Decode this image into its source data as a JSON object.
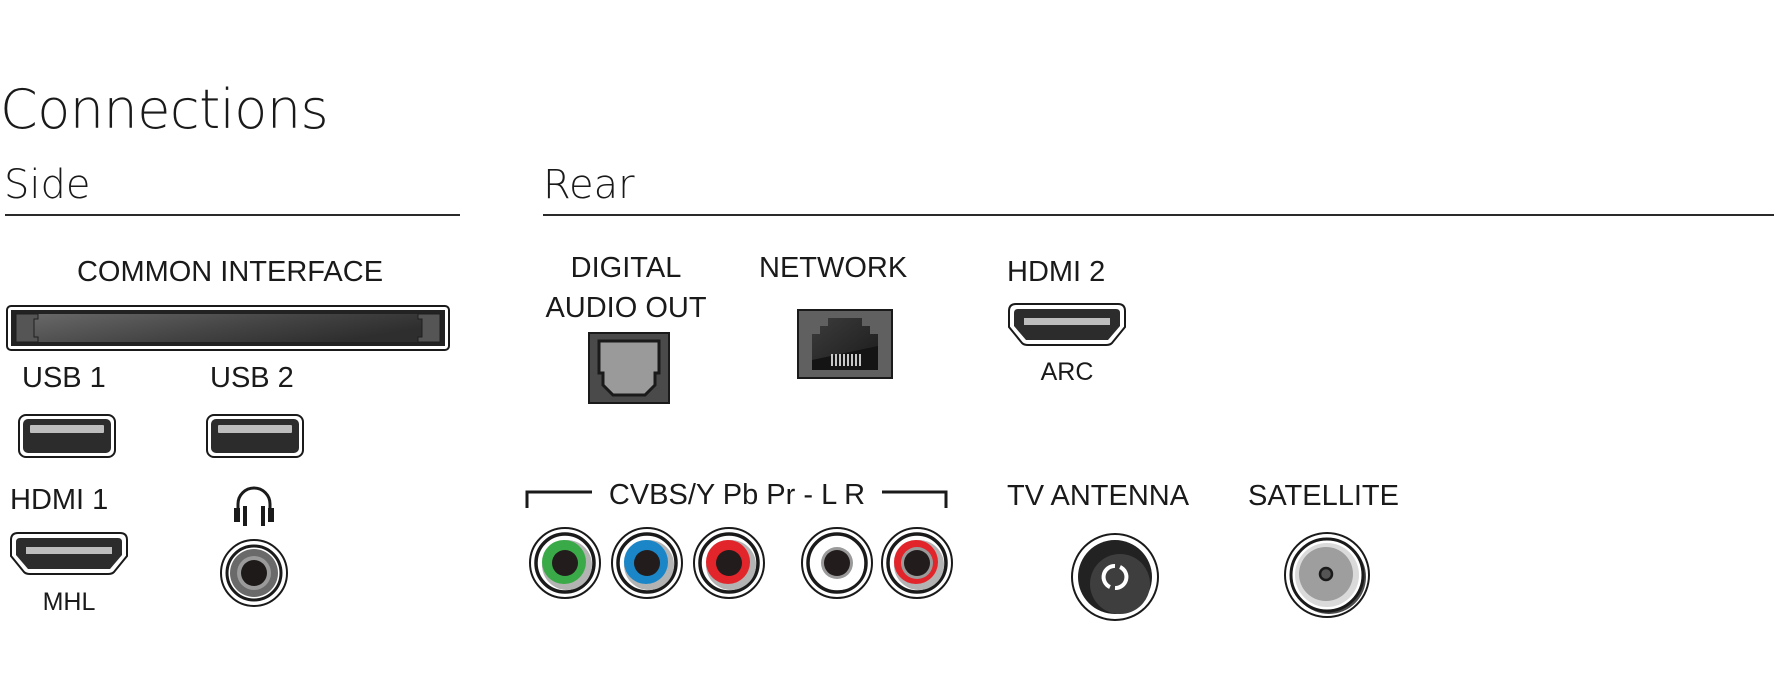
{
  "title": "Connections",
  "sections": {
    "side": {
      "heading": "Side",
      "ports": {
        "common_interface": {
          "label": "COMMON INTERFACE",
          "icon": "ci-slot-icon"
        },
        "usb1": {
          "label": "USB 1",
          "icon": "usb-port-icon"
        },
        "usb2": {
          "label": "USB 2",
          "icon": "usb-port-icon"
        },
        "hdmi1": {
          "label": "HDMI 1",
          "sublabel": "MHL",
          "icon": "hdmi-port-icon"
        },
        "headphones": {
          "label": "",
          "icon": "headphones-icon",
          "jack_icon": "audio-jack-icon"
        }
      }
    },
    "rear": {
      "heading": "Rear",
      "ports": {
        "digital_audio_out": {
          "label_line1": "DIGITAL",
          "label_line2": "AUDIO OUT",
          "icon": "optical-port-icon"
        },
        "network": {
          "label": "NETWORK",
          "icon": "ethernet-port-icon"
        },
        "hdmi2": {
          "label": "HDMI 2",
          "sublabel": "ARC",
          "icon": "hdmi-port-icon"
        },
        "av_group": {
          "label": "CVBS/Y Pb Pr - L R",
          "jacks": [
            {
              "name": "Y",
              "color": "#3aaa48"
            },
            {
              "name": "Pb",
              "color": "#1a86c8"
            },
            {
              "name": "Pr",
              "color": "#e2252b"
            },
            {
              "name": "L",
              "color": "#ffffff"
            },
            {
              "name": "R",
              "color": "#e2252b"
            }
          ]
        },
        "tv_antenna": {
          "label": "TV ANTENNA",
          "icon": "antenna-port-icon"
        },
        "satellite": {
          "label": "SATELLITE",
          "icon": "satellite-port-icon"
        }
      }
    }
  },
  "colors": {
    "port_dark": "#3a3a3a",
    "port_mid": "#5a5a5a",
    "port_light": "#b0b0b0",
    "line": "#2a2a2a"
  }
}
